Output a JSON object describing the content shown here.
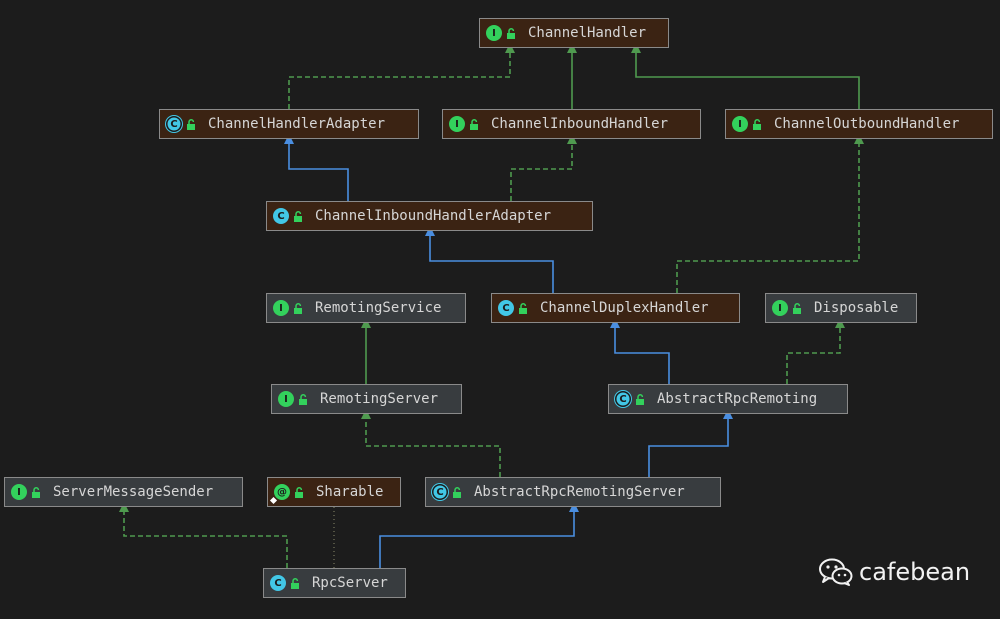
{
  "nodes": {
    "channel_handler": {
      "label": "ChannelHandler",
      "kind": "interface",
      "badge": "I"
    },
    "channel_handler_adapter": {
      "label": "ChannelHandlerAdapter",
      "kind": "abstract",
      "badge": "C"
    },
    "channel_inbound_handler": {
      "label": "ChannelInboundHandler",
      "kind": "interface",
      "badge": "I"
    },
    "channel_outbound_handler": {
      "label": "ChannelOutboundHandler",
      "kind": "interface",
      "badge": "I"
    },
    "channel_inbound_handler_adapter": {
      "label": "ChannelInboundHandlerAdapter",
      "kind": "class",
      "badge": "C"
    },
    "remoting_service": {
      "label": "RemotingService",
      "kind": "interface",
      "badge": "I"
    },
    "channel_duplex_handler": {
      "label": "ChannelDuplexHandler",
      "kind": "class",
      "badge": "C"
    },
    "disposable": {
      "label": "Disposable",
      "kind": "interface",
      "badge": "I"
    },
    "remoting_server": {
      "label": "RemotingServer",
      "kind": "interface",
      "badge": "I"
    },
    "abstract_rpc_remoting": {
      "label": "AbstractRpcRemoting",
      "kind": "abstract",
      "badge": "C"
    },
    "server_message_sender": {
      "label": "ServerMessageSender",
      "kind": "interface",
      "badge": "I"
    },
    "sharable": {
      "label": "Sharable",
      "kind": "annotation",
      "badge": "@"
    },
    "abstract_rpc_remoting_server": {
      "label": "AbstractRpcRemotingServer",
      "kind": "abstract",
      "badge": "C"
    },
    "rpc_server": {
      "label": "RpcServer",
      "kind": "class",
      "badge": "C"
    }
  },
  "edges": [
    {
      "from": "channel_handler_adapter",
      "to": "channel_handler",
      "relation": "implements"
    },
    {
      "from": "channel_inbound_handler",
      "to": "channel_handler",
      "relation": "extends-interface"
    },
    {
      "from": "channel_outbound_handler",
      "to": "channel_handler",
      "relation": "extends-interface"
    },
    {
      "from": "channel_inbound_handler_adapter",
      "to": "channel_handler_adapter",
      "relation": "extends"
    },
    {
      "from": "channel_inbound_handler_adapter",
      "to": "channel_inbound_handler",
      "relation": "implements"
    },
    {
      "from": "channel_duplex_handler",
      "to": "channel_inbound_handler_adapter",
      "relation": "extends"
    },
    {
      "from": "channel_duplex_handler",
      "to": "channel_outbound_handler",
      "relation": "implements"
    },
    {
      "from": "remoting_server",
      "to": "remoting_service",
      "relation": "extends-interface"
    },
    {
      "from": "abstract_rpc_remoting",
      "to": "channel_duplex_handler",
      "relation": "extends"
    },
    {
      "from": "abstract_rpc_remoting",
      "to": "disposable",
      "relation": "implements"
    },
    {
      "from": "abstract_rpc_remoting_server",
      "to": "abstract_rpc_remoting",
      "relation": "extends"
    },
    {
      "from": "abstract_rpc_remoting_server",
      "to": "remoting_server",
      "relation": "implements"
    },
    {
      "from": "rpc_server",
      "to": "abstract_rpc_remoting_server",
      "relation": "extends"
    },
    {
      "from": "rpc_server",
      "to": "server_message_sender",
      "relation": "implements"
    },
    {
      "from": "rpc_server",
      "to": "sharable",
      "relation": "annotated"
    }
  ],
  "colors": {
    "extends": "#4a8ee0",
    "implements": "#4f9a4f",
    "extends_interface": "#4f9a4f",
    "annotated": "#8a8a6a",
    "brown_node": "#3b2313",
    "gray_node": "#383c3f"
  },
  "watermark": {
    "text": "cafebean",
    "icon": "wechat-icon"
  }
}
